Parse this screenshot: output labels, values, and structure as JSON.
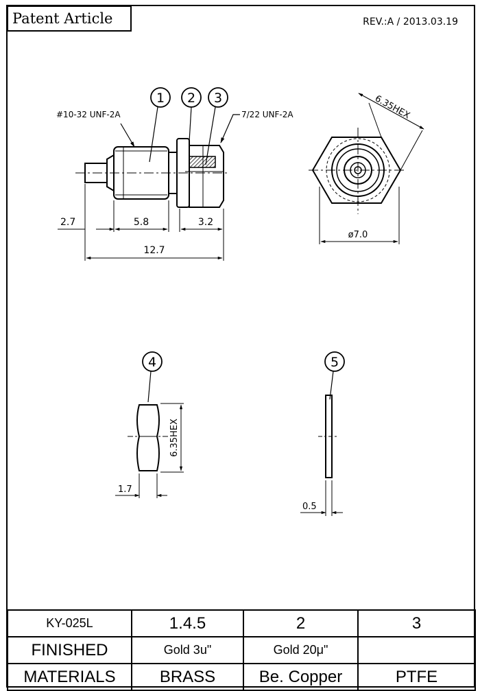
{
  "header": {
    "title": "Patent Article",
    "revision": "REV.:A / 2013.03.19"
  },
  "drawing": {
    "balloons": [
      "1",
      "2",
      "3",
      "4",
      "5"
    ],
    "thread_1": "#10-32 UNF-2A",
    "thread_2": "7/22 UNF-2A",
    "dim_2_7": "2.7",
    "dim_5_8": "5.8",
    "dim_3_2": "3.2",
    "dim_12_7": "12.7",
    "dim_hex": "6.35HEX",
    "dim_dia": "ø7.0",
    "dim_hex_nut": "6.35HEX",
    "dim_1_7": "1.7",
    "dim_0_5": "0.5"
  },
  "table": {
    "header": [
      "KY-025L",
      "1.4.5",
      "2",
      "3"
    ],
    "finished": [
      "FINISHED",
      "Gold 3u\"",
      "Gold 20μ\"",
      ""
    ],
    "materials": [
      "MATERIALS",
      "BRASS",
      "Be. Copper",
      "PTFE"
    ]
  }
}
